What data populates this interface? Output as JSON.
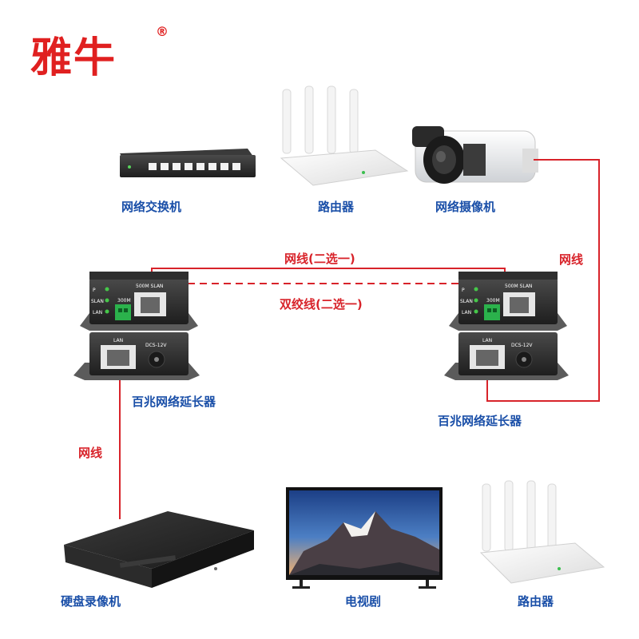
{
  "brand": {
    "name": "雅牛",
    "registered": "®"
  },
  "colors": {
    "link_red": "#d8232a",
    "label_blue": "#1a4fa8"
  },
  "devices": {
    "switch": "网络交换机",
    "router_top": "路由器",
    "camera": "网络摄像机",
    "extender_left": "百兆网络延长器",
    "extender_right": "百兆网络延长器",
    "nvr": "硬盘录像机",
    "tv": "电视剧",
    "router_bottom": "路由器"
  },
  "links": {
    "network_cable_option": "网线(二选一)",
    "twisted_pair_option": "双绞线(二选一)",
    "camera_cable": "网线",
    "nvr_cable": "网线"
  },
  "extender_panel": {
    "port_label_top": "500M SLAN",
    "mode_label": "300M",
    "led_labels": [
      "P",
      "SLAN",
      "LAN"
    ],
    "port_label_bottom": "LAN",
    "power_label": "DCS-12V"
  }
}
